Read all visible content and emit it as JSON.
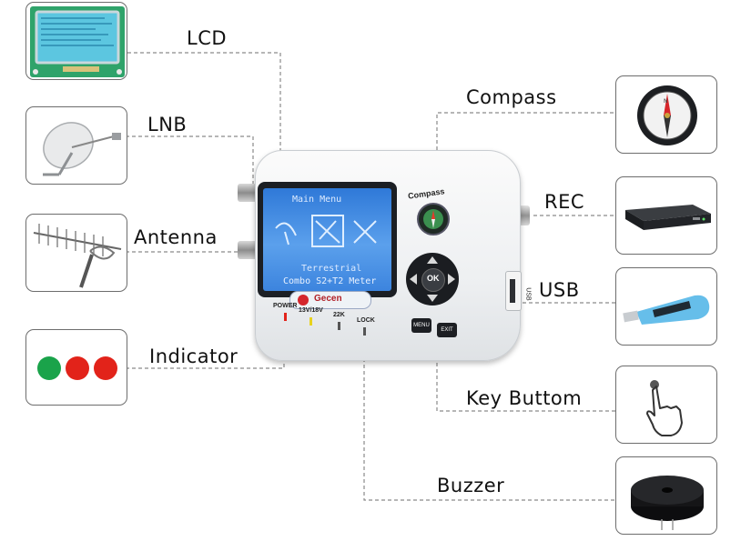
{
  "callouts": {
    "lcd": "LCD",
    "lnb": "LNB",
    "antenna": "Antenna",
    "indicator": "Indicator",
    "compass": "Compass",
    "rec": "REC",
    "usb": "USB",
    "key_button": "Key Buttom",
    "buzzer": "Buzzer"
  },
  "device": {
    "lcd_menu": "Main  Menu",
    "lcd_mode": "Terrestrial",
    "model_label": "Combo S2+T2 Meter",
    "brand": "Gecen",
    "compass_label": "Compass",
    "ok_label": "OK",
    "menu_label": "MENU",
    "exit_label": "EXIT",
    "usb_label": "USB",
    "indicators": {
      "power": "POWER",
      "voltage": "13V/18V",
      "tone": "22K",
      "lock": "LOCK"
    }
  },
  "colors": {
    "indicator_dots": [
      "#1aa34a",
      "#e2231a",
      "#e2231a"
    ],
    "lcd_screen": "#3c84de",
    "usb_stick": "#4bb3e6"
  },
  "icons": {
    "lcd_panel": "lcd-module-icon",
    "lnb": "satellite-dish-icon",
    "antenna": "antenna-icon",
    "compass": "compass-icon",
    "rec": "set-top-box-icon",
    "usb": "usb-stick-icon",
    "key_button": "hand-pointer-icon",
    "buzzer": "buzzer-icon"
  }
}
